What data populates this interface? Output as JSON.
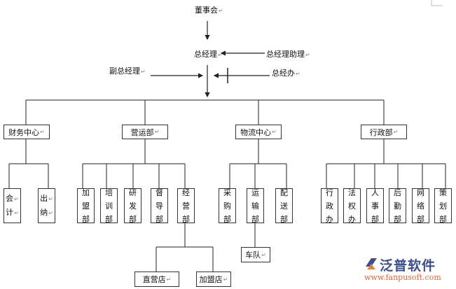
{
  "chart": {
    "top": {
      "board": "董事会",
      "gm": "总经理",
      "gm_assistant": "总经理助理",
      "deputy_gm": "副总经理",
      "gm_office": "总经办"
    },
    "departments": [
      {
        "name": "财务中心",
        "children": [
          {
            "name": "会计",
            "chars": [
              "会",
              "计"
            ]
          },
          {
            "name": "出纳",
            "chars": [
              "出",
              "纳"
            ]
          }
        ]
      },
      {
        "name": "营运部",
        "children": [
          {
            "name": "加盟部",
            "chars": [
              "加",
              "盟",
              "部"
            ]
          },
          {
            "name": "培训部",
            "chars": [
              "培",
              "训",
              "部"
            ]
          },
          {
            "name": "研发部",
            "chars": [
              "研",
              "发",
              "部"
            ]
          },
          {
            "name": "督导部",
            "chars": [
              "督",
              "导",
              "部"
            ]
          },
          {
            "name": "经营部",
            "chars": [
              "经",
              "营",
              "部"
            ],
            "children": [
              "直营店",
              "加盟店"
            ]
          }
        ]
      },
      {
        "name": "物流中心",
        "children": [
          {
            "name": "采购部",
            "chars": [
              "采",
              "购",
              "部"
            ]
          },
          {
            "name": "运输部",
            "chars": [
              "运",
              "输",
              "部"
            ],
            "children": [
              "车队"
            ]
          },
          {
            "name": "配送部",
            "chars": [
              "配",
              "送",
              "部"
            ]
          }
        ]
      },
      {
        "name": "行政部",
        "children": [
          {
            "name": "行政办",
            "chars": [
              "行",
              "政",
              "办"
            ]
          },
          {
            "name": "法权办",
            "chars": [
              "法",
              "权",
              "办"
            ]
          },
          {
            "name": "人事部",
            "chars": [
              "人",
              "事",
              "部"
            ]
          },
          {
            "name": "后勤部",
            "chars": [
              "后",
              "勤",
              "部"
            ]
          },
          {
            "name": "网络部",
            "chars": [
              "网",
              "络",
              "部"
            ]
          },
          {
            "name": "策划部",
            "chars": [
              "策",
              "划",
              "部"
            ]
          }
        ]
      }
    ],
    "return_mark": "↵"
  },
  "watermark": {
    "brand": "泛普软件",
    "url": "www.fanpusoft.com",
    "colors": {
      "brand": "#3a4f8c",
      "url": "#d9683b"
    }
  }
}
